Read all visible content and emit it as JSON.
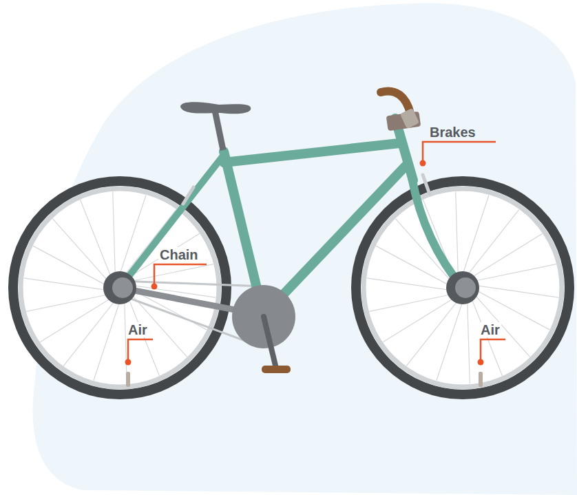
{
  "diagram": {
    "labels": [
      "Brakes",
      "Chain",
      "Air",
      "Air"
    ]
  }
}
